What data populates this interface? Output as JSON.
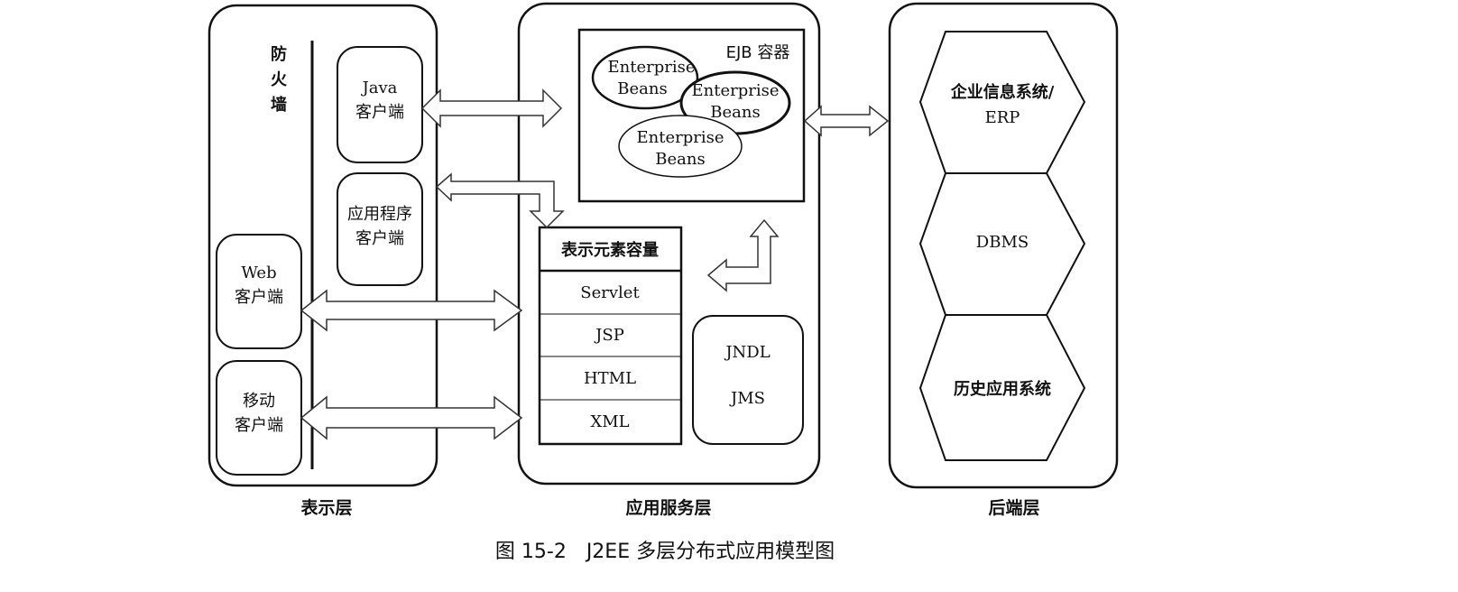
{
  "layers": {
    "presentation": {
      "label": "表示层",
      "firewall": [
        "防",
        "火",
        "墙"
      ],
      "java_client": [
        "Java",
        "客户端"
      ],
      "app_client": [
        "应用程序",
        "客户端"
      ],
      "web_client": [
        "Web",
        "客户端"
      ],
      "mobile_client": [
        "移动",
        "客户端"
      ]
    },
    "application": {
      "label": "应用服务层",
      "ejb_container": {
        "title": "EJB 容器",
        "beans": [
          [
            "Enterprise",
            "Beans"
          ],
          [
            "Enterprise",
            "Beans"
          ],
          [
            "Enterprise",
            "Beans"
          ]
        ]
      },
      "presentation_container": {
        "title": "表示元素容量",
        "rows": [
          "Servlet",
          "JSP",
          "HTML",
          "XML"
        ]
      },
      "services": [
        "JNDL",
        "JMS"
      ]
    },
    "backend": {
      "label": "后端层",
      "systems": [
        [
          "企业信息系统/",
          "ERP"
        ],
        [
          "DBMS"
        ],
        [
          "历史应用系统"
        ]
      ]
    }
  },
  "caption": "图 15-2　J2EE 多层分布式应用模型图"
}
